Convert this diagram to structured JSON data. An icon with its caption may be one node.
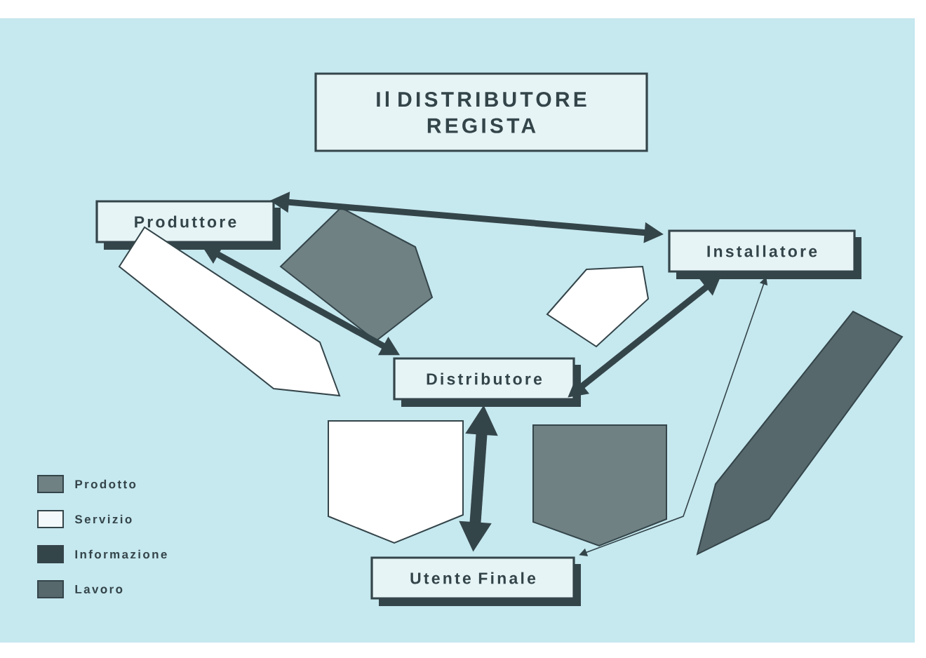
{
  "diagram": {
    "nodes": [
      {
        "text": [
          "Il DISTRIBUTORE REGISTA"
        ]
      },
      {
        "text": [
          "Produttore"
        ]
      },
      {
        "text": [
          "Installatore"
        ]
      },
      {
        "text": [
          "Distributore"
        ]
      },
      {
        "text": [
          "Utente Finale"
        ]
      },
      {
        "text": [],
        "shape": "pentagon"
      },
      {
        "text": [],
        "shape": "pentagon"
      },
      {
        "text": [],
        "shape": "pentagon"
      },
      {
        "text": [],
        "shape": "pentagon"
      },
      {
        "text": [],
        "shape": "pentagon"
      },
      {
        "text": [],
        "shape": "pentagon"
      }
    ],
    "edges": [
      {
        "from": 1,
        "to": 2,
        "arrow": "both"
      },
      {
        "from": 1,
        "to": 3,
        "arrow": "both"
      },
      {
        "from": 2,
        "to": 3,
        "arrow": "both"
      },
      {
        "from": 3,
        "to": 4,
        "arrow": "both"
      },
      {
        "from": 2,
        "to": 4,
        "arrow": "both"
      }
    ],
    "legend": [
      {
        "text": "Prodotto",
        "color": "#6f8183"
      },
      {
        "text": "Servizio",
        "color": "#f4fafb"
      },
      {
        "text": "Informazione",
        "color": "#34454a"
      },
      {
        "text": "Lavoro",
        "color": "#56686b"
      }
    ]
  }
}
